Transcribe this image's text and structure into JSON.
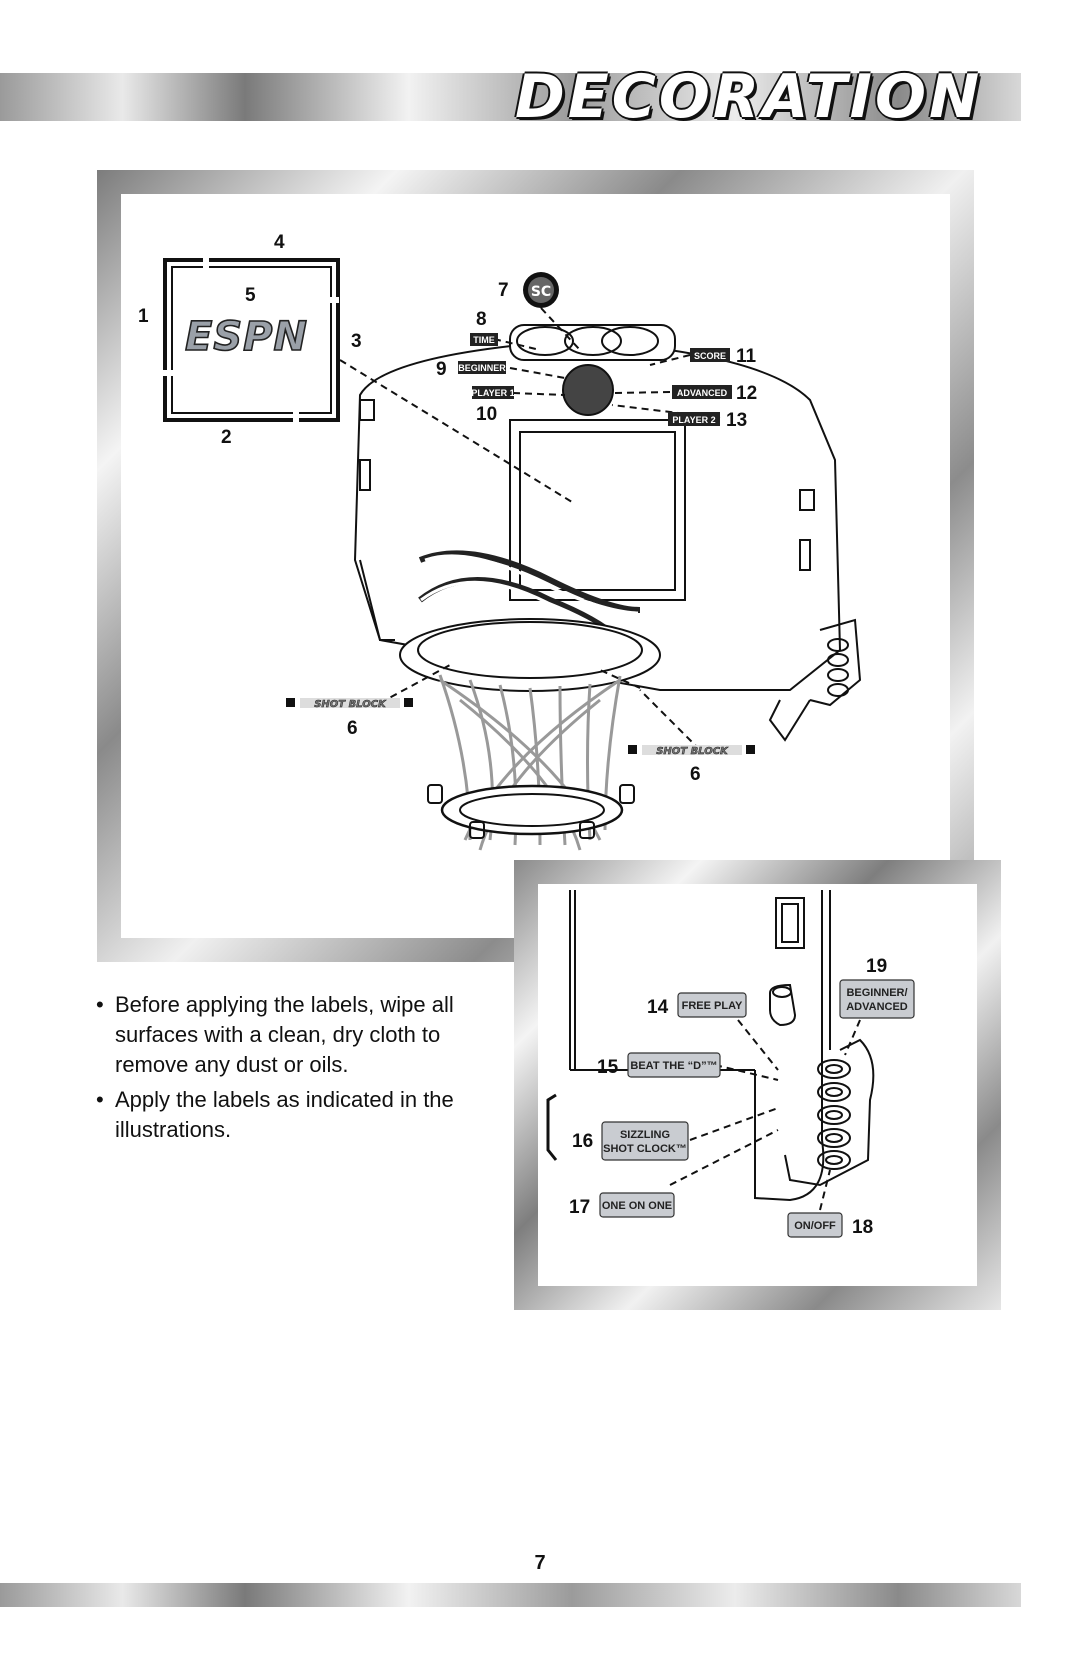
{
  "header": {
    "title": "DECORATION"
  },
  "main_illustration": {
    "callouts": [
      "1",
      "2",
      "3",
      "4",
      "5",
      "7",
      "8",
      "9",
      "10",
      "11",
      "12",
      "13",
      "6",
      "6"
    ],
    "labels": {
      "espn_logo": "ESPN",
      "sc_logo": "SC",
      "time": "TIME",
      "beginner": "BEGINNER",
      "player1": "PLAYER 1",
      "score": "SCORE",
      "advanced": "ADVANCED",
      "player2": "PLAYER 2",
      "shot_block": "SHOT BLOCK"
    }
  },
  "detail_illustration": {
    "callouts": [
      "14",
      "15",
      "16",
      "17",
      "18",
      "19"
    ],
    "labels": {
      "free_play": "FREE PLAY",
      "beat_the_d": "BEAT THE “D”™",
      "sizzling_line1": "SIZZLING",
      "sizzling_line2": "SHOT CLOCK™",
      "one_on_one": "ONE ON ONE",
      "on_off": "ON/OFF",
      "beginner_adv_line1": "BEGINNER/",
      "beginner_adv_line2": "ADVANCED"
    }
  },
  "instructions": [
    "Before applying the labels, wipe all surfaces with a clean, dry cloth to remove any dust or oils.",
    "Apply the labels as indicated in the illustrations."
  ],
  "footer": {
    "page_number": "7"
  }
}
